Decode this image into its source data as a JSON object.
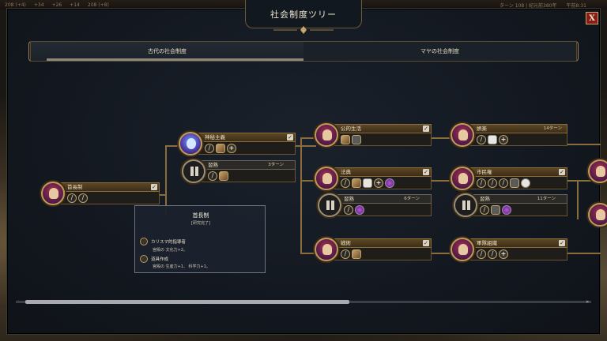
{
  "window": {
    "title": "社会制度ツリー",
    "close_label": "X"
  },
  "topbar": {
    "left_items": [
      "208 (+4)",
      "+34",
      "+26",
      "+14",
      "208 (+8)"
    ],
    "turn_text": "ターン 108 | 紀元前380年",
    "time_text": "午前8:31"
  },
  "tabs": [
    {
      "label": "古代の社会制度",
      "active": true
    },
    {
      "label": "マヤの社会制度",
      "active": false
    }
  ],
  "nodes": {
    "chiefdom": {
      "name": "首長制",
      "status": "completed"
    },
    "mysticism": {
      "name": "神秘主義",
      "status": "completed"
    },
    "mastery_1": {
      "name": "習熟",
      "turns": "3ターン"
    },
    "public_life": {
      "name": "公的生活",
      "status": "completed"
    },
    "entertainment": {
      "name": "娯楽",
      "turns": "14ターン"
    },
    "code_of_laws": {
      "name": "法典",
      "status": "completed"
    },
    "citizenship": {
      "name": "市民権",
      "status": "completed"
    },
    "mastery_2": {
      "name": "習熟",
      "turns": "6ターン"
    },
    "mastery_3": {
      "name": "習熟",
      "turns": "11ターン"
    },
    "tradition": {
      "name": "戦術",
      "status": "completed"
    },
    "military_org": {
      "name": "軍隊組織",
      "status": "completed"
    }
  },
  "tooltip": {
    "title": "首長制",
    "subtitle": "[研究完了]",
    "row1_label": "カリスマ的指導者",
    "row1_detail": "宮殿の  文化力+2。",
    "row2_label": "道具作成",
    "row2_detail": "宮殿の  生産力+1、 科学力+1。"
  },
  "colors": {
    "accent_gold": "#8b6d3a",
    "close_red": "#8a1c16",
    "panel_bg": "#131820"
  }
}
